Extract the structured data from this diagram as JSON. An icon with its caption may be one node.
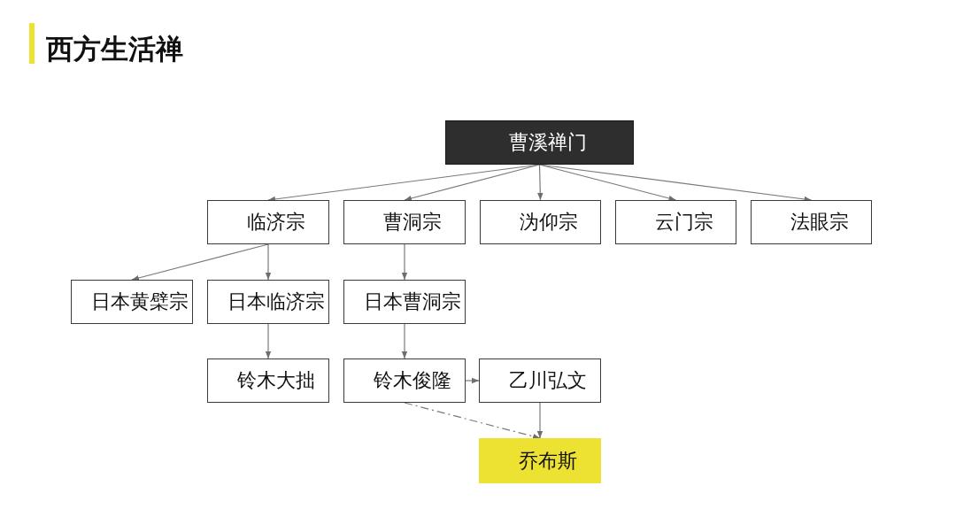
{
  "diagram": {
    "title": "西方生活禅",
    "nodes": [
      {
        "text": [
          "曹溪禅门"
        ]
      },
      {
        "text": [
          "临济宗"
        ]
      },
      {
        "text": [
          "曹洞宗"
        ]
      },
      {
        "text": [
          "沩仰宗"
        ]
      },
      {
        "text": [
          "云门宗"
        ]
      },
      {
        "text": [
          "法眼宗"
        ]
      },
      {
        "text": [
          "日本黄檗宗"
        ]
      },
      {
        "text": [
          "日本临济宗"
        ]
      },
      {
        "text": [
          "日本曹洞宗"
        ]
      },
      {
        "text": [
          "铃木大拙"
        ]
      },
      {
        "text": [
          "铃木俊隆"
        ]
      },
      {
        "text": [
          "乙川弘文"
        ]
      },
      {
        "text": [
          "乔布斯"
        ]
      }
    ],
    "edges": [
      {
        "from": 0,
        "to": 1,
        "arrow": "to"
      },
      {
        "from": 0,
        "to": 2,
        "arrow": "to"
      },
      {
        "from": 0,
        "to": 3,
        "arrow": "to"
      },
      {
        "from": 0,
        "to": 4,
        "arrow": "to"
      },
      {
        "from": 0,
        "to": 5,
        "arrow": "to"
      },
      {
        "from": 1,
        "to": 6,
        "arrow": "to"
      },
      {
        "from": 1,
        "to": 7,
        "arrow": "to"
      },
      {
        "from": 2,
        "to": 8,
        "arrow": "to"
      },
      {
        "from": 7,
        "to": 9,
        "arrow": "to"
      },
      {
        "from": 8,
        "to": 10,
        "arrow": "to"
      },
      {
        "from": 10,
        "to": 11,
        "arrow": "to"
      },
      {
        "from": 11,
        "to": 12,
        "arrow": "to"
      },
      {
        "from": 10,
        "to": 12,
        "arrow": "to",
        "style": "dashed"
      }
    ]
  }
}
